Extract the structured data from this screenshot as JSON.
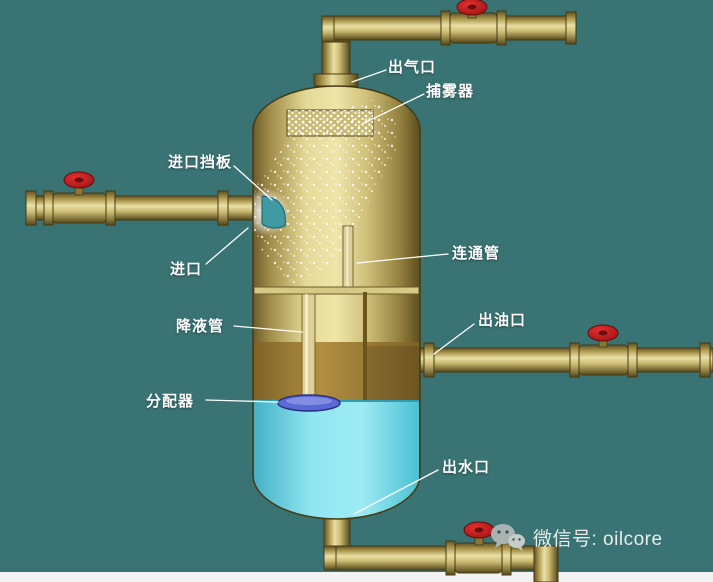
{
  "labels": {
    "gas_outlet": "出气口",
    "demister": "捕雾器",
    "inlet_baffle": "进口挡板",
    "inlet": "进口",
    "connecting_pipe": "连通管",
    "downcomer": "降液管",
    "oil_outlet": "出油口",
    "distributor": "分配器",
    "water_outlet": "出水口"
  },
  "watermark": {
    "text": "微信号: oilcore",
    "icon": "wechat-icon"
  },
  "colors": {
    "background": "#397373",
    "vessel_tan": "#e4da97",
    "oil_layer": "#b18f42",
    "water_layer": "#8fe6f0",
    "valve_handwheel_red": "#c42020",
    "label_text": "#ffffff",
    "distributor_blue": "#5a68d8"
  }
}
